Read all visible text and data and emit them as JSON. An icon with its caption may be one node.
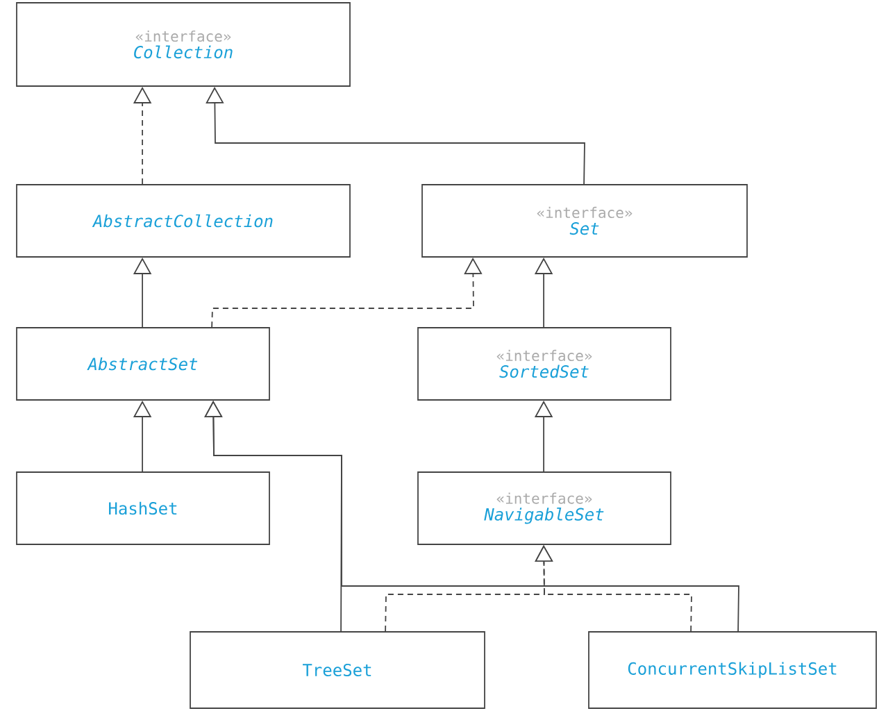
{
  "diagram": {
    "nodes": [
      {
        "text": [
          "«interface»",
          "Collection"
        ]
      },
      {
        "text": [
          "AbstractCollection"
        ]
      },
      {
        "text": [
          "«interface»",
          "Set"
        ]
      },
      {
        "text": [
          "AbstractSet"
        ]
      },
      {
        "text": [
          "«interface»",
          "SortedSet"
        ]
      },
      {
        "text": [
          "HashSet"
        ]
      },
      {
        "text": [
          "«interface»",
          "NavigableSet"
        ]
      },
      {
        "text": [
          "TreeSet"
        ]
      },
      {
        "text": [
          "ConcurrentSkipListSet"
        ]
      }
    ],
    "edges": [
      {
        "from": 1,
        "to": 0,
        "arrow": "to",
        "style": "dashed"
      },
      {
        "from": 2,
        "to": 0,
        "arrow": "to"
      },
      {
        "from": 3,
        "to": 1,
        "arrow": "to"
      },
      {
        "from": 3,
        "to": 2,
        "arrow": "to",
        "style": "dashed"
      },
      {
        "from": 4,
        "to": 2,
        "arrow": "to"
      },
      {
        "from": 5,
        "to": 3,
        "arrow": "to"
      },
      {
        "from": 7,
        "to": 3,
        "arrow": "to"
      },
      {
        "from": 8,
        "to": 3,
        "arrow": "to"
      },
      {
        "from": 6,
        "to": 4,
        "arrow": "to"
      },
      {
        "from": 7,
        "to": 6,
        "arrow": "to",
        "style": "dashed"
      },
      {
        "from": 8,
        "to": 6,
        "arrow": "to",
        "style": "dashed"
      }
    ]
  }
}
